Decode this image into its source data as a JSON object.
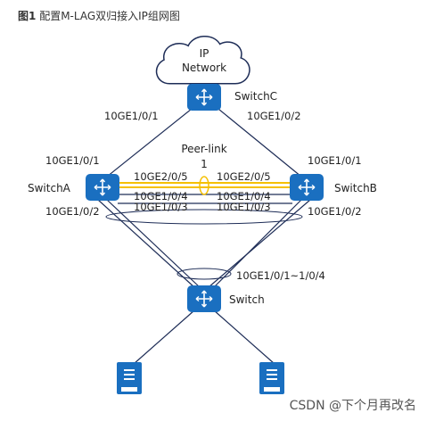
{
  "title": {
    "number": "图1",
    "text": "配置M-LAG双归接入IP组网图"
  },
  "cloud": {
    "line1": "IP",
    "line2": "Network"
  },
  "nodes": {
    "switch_c": "SwitchC",
    "switch_a": "SwitchA",
    "switch_b": "SwitchB",
    "switch": "Switch"
  },
  "ports": {
    "c_left": "10GE1/0/1",
    "c_right": "10GE1/0/2",
    "a_up": "10GE1/0/1",
    "a_down": "10GE1/0/2",
    "b_up": "10GE1/0/1",
    "b_down": "10GE1/0/2",
    "a_205": "10GE2/0/5",
    "b_205": "10GE2/0/5",
    "a_104": "10GE1/0/4",
    "b_104": "10GE1/0/4",
    "a_103": "10GE1/0/3",
    "b_103": "10GE1/0/3",
    "sw_up": "10GE1/0/1~1/0/4"
  },
  "peer_link": {
    "label": "Peer-link",
    "id": "1"
  },
  "colors": {
    "device": "#1a6fc0",
    "peer_link": "#f5c000",
    "line": "#1e2d57"
  },
  "watermark": "CSDN @下个月再改名"
}
